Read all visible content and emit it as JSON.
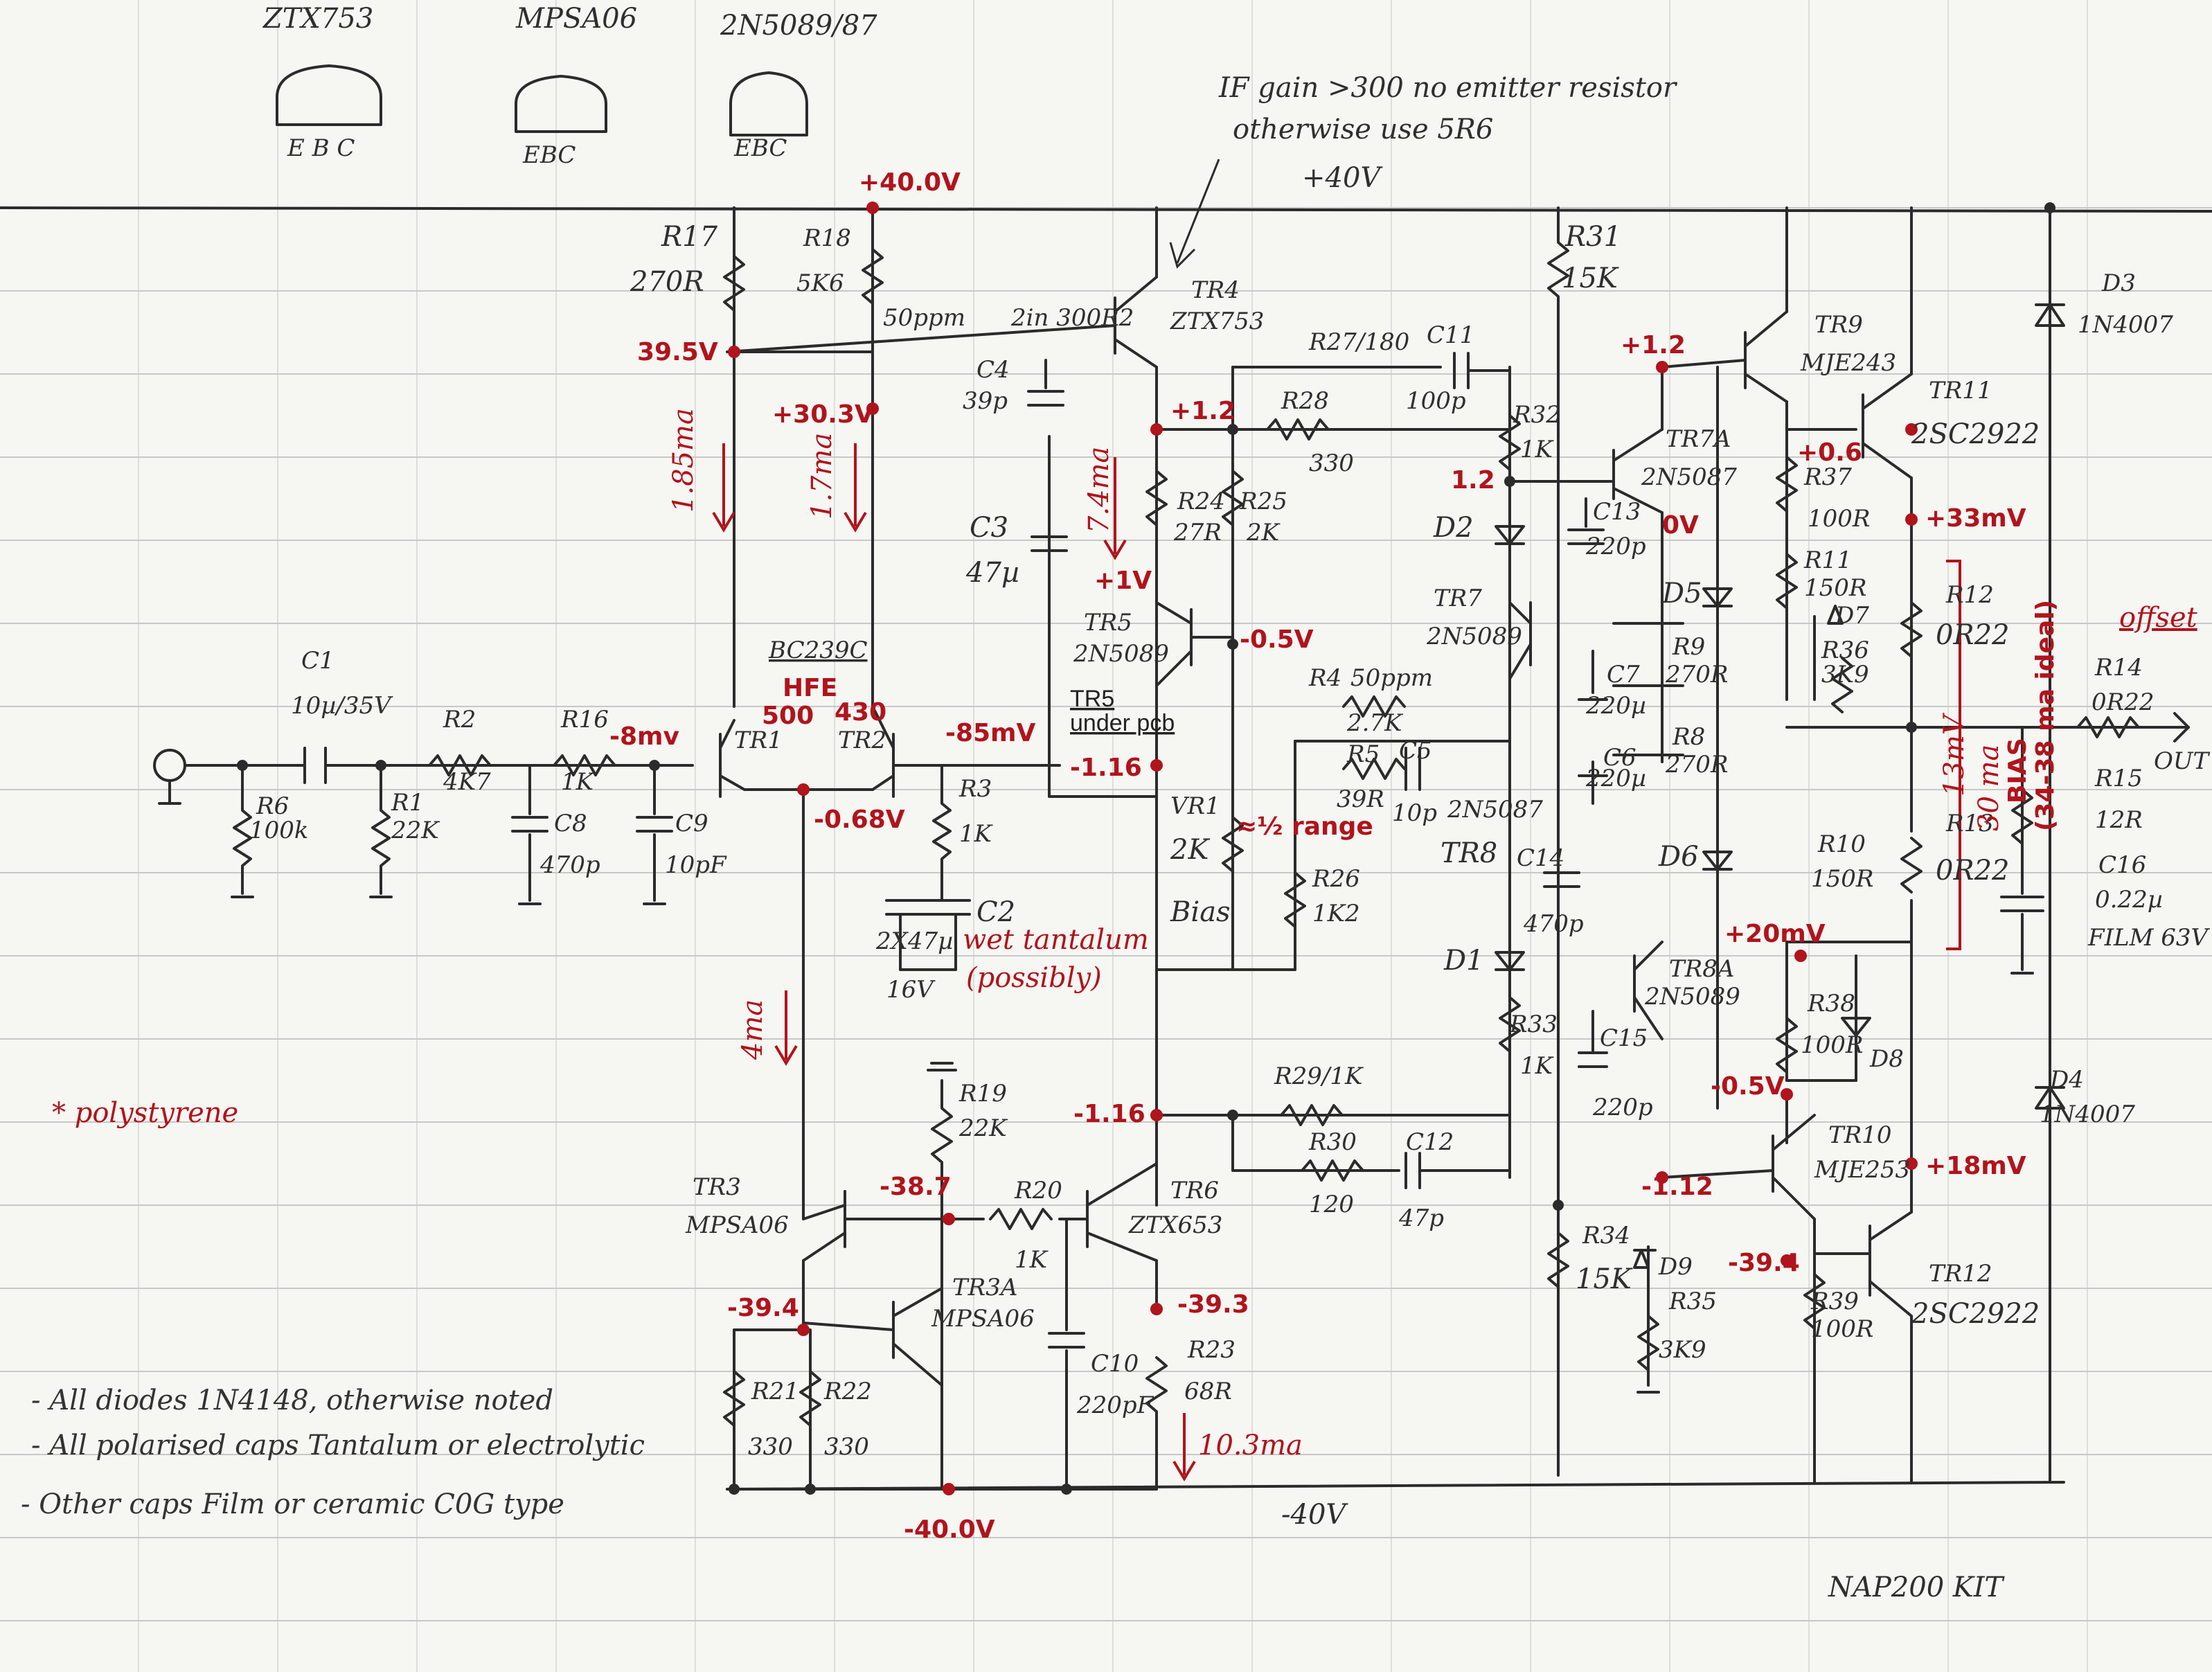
{
  "pinouts": [
    {
      "part": "ZTX753",
      "pins": "E B C"
    },
    {
      "part": "MPSA06",
      "pins": "EBC"
    },
    {
      "part": "2N5089/87",
      "pins": "EBC"
    }
  ],
  "rails": {
    "pos": "+40V",
    "neg": "-40V"
  },
  "annotation_top": [
    "IF gain >300 no emitter resistor",
    "otherwise use 5R6"
  ],
  "input_stage": {
    "c1": "C1",
    "c1_val": "10µ/35V",
    "r6": "R6",
    "r6_val": "100k",
    "r1": "R1",
    "r1_val": "22K",
    "r2": "R2",
    "r2_val": "4K7",
    "r16": "R16",
    "r16_val": "1K",
    "c8": "C8",
    "c8_val": "470p",
    "c9": "C9",
    "c9_val": "10pF",
    "r17": "R17",
    "r17_val": "270R",
    "r18": "R18",
    "r18_val": "5K6",
    "tr1": "TR1",
    "tr2": "TR2",
    "bc": "BC239C",
    "hfe": "HFE",
    "hfe1": "500",
    "hfe2": "430",
    "ppm": "50ppm",
    "r3": "R3",
    "r3_val": "1K",
    "c2": "C2",
    "c2_val": "2X47µ",
    "c2_v": "16V",
    "c3": "C3",
    "c3_val": "47µ",
    "c4": "C4",
    "c4_val": "39p",
    "z": "2in 300R2"
  },
  "vas": {
    "tr4": "TR4",
    "tr4_type": "ZTX753",
    "tr5": "TR5",
    "tr5_type": "2N5089",
    "r24": "R24",
    "r24_val": "27R",
    "r25": "R25",
    "r25_val": "2K",
    "r27": "R27/180",
    "c11": "C11",
    "c11_val": "100p",
    "r28": "R28",
    "r28_val": "330",
    "r4": "R4",
    "r4_ppm": "50ppm",
    "r4_val": "2.7K",
    "r5": "R5",
    "r5_val": "39R",
    "c5": "C5",
    "c5_val": "10p",
    "vr1": "VR1",
    "vr1_val": "2K",
    "bias": "Bias",
    "r26": "R26",
    "r26_val": "1K2",
    "r29": "R29/1K",
    "r30": "R30",
    "r30_val": "120",
    "c12": "C12",
    "c12_val": "47p",
    "tr6": "TR6",
    "tr6_type": "ZTX653",
    "tr3": "TR3",
    "tr3_type": "MPSA06",
    "tr3a": "TR3A",
    "tr3a_type": "MPSA06",
    "r19": "R19",
    "r19_val": "22K",
    "r20": "R20",
    "r20_val": "1K",
    "c10": "C10",
    "c10_val": "220pF",
    "r23": "R23",
    "r23_val": "68R",
    "r21": "R21",
    "r21_val": "330",
    "r22": "R22",
    "r22_val": "330",
    "tr5_note": [
      "TR5",
      "under pcb"
    ]
  },
  "output": {
    "r31": "R31",
    "r31_val": "15K",
    "r32": "R32",
    "r32_val": "1K",
    "tr7a": "TR7A",
    "tr7a_type": "2N5087",
    "c13": "C13",
    "c13_val": "220p",
    "d2": "D2",
    "d5": "D5",
    "tr7": "TR7",
    "tr7_type": "2N5089",
    "c7": "C7",
    "c7_val": "220µ",
    "c6": "C6",
    "c6_val": "220µ",
    "r9": "R9",
    "r9_val": "270R",
    "r8": "R8",
    "r8_val": "270R",
    "tr8": "TR8",
    "tr8_type": "2N5087",
    "c14": "C14",
    "c14_val": "470p",
    "d1": "D1",
    "d6": "D6",
    "tr8a": "TR8A",
    "tr8a_type": "2N5089",
    "c15": "C15",
    "c15_val": "220p",
    "r33": "R33",
    "r33_val": "1K",
    "r34": "R34",
    "r34_val": "15K",
    "d9": "D9",
    "r35": "R35",
    "r35_val": "3K9",
    "tr9": "TR9",
    "tr9_type": "MJE243",
    "tr10": "TR10",
    "tr10_type": "MJE253",
    "tr11": "TR11",
    "tr11_type": "2SC2922",
    "tr12": "TR12",
    "tr12_type": "2SC2922",
    "r37": "R37",
    "r37_val": "100R",
    "r11": "R11",
    "r11_val": "150R",
    "d7": "D7",
    "r36": "R36",
    "r36_val": "3K9",
    "r12": "R12",
    "r12_val": "0R22",
    "r13": "R13",
    "r13_val": "0R22",
    "r10": "R10",
    "r10_val": "150R",
    "r38": "R38",
    "r38_val": "100R",
    "d8": "D8",
    "r39": "R39",
    "r39_val": "100R",
    "r14": "R14",
    "r14_val": "0R22",
    "r15": "R15",
    "r15_val": "12R",
    "c16": "C16",
    "c16_val": "0.22µ",
    "c16_type": "FILM 63V",
    "d3": "D3",
    "d3_type": "1N4007",
    "d4": "D4",
    "d4_type": "1N4007",
    "out": "OUT"
  },
  "red_annotations": {
    "v_pos40": "+40.0V",
    "v_neg40": "-40.0V",
    "v395": "39.5V",
    "v303": "+30.3V",
    "i185": "1.85ma",
    "i17": "1.7ma",
    "i74": "7.4ma",
    "i4": "4ma",
    "i103": "10.3ma",
    "v8m": "-8mv",
    "v85m": "-85mV",
    "v068": "-0.68V",
    "v12a": "+1.2",
    "v12b": "+1.2",
    "v12c": "1.2",
    "v1v": "+1V",
    "v05": "-0.5V",
    "v116a": "-1.16",
    "v116b": "-1.16",
    "half": "≈½ range",
    "v387": "-38.7",
    "v394a": "-39.4",
    "v393": "-39.3",
    "v06": "+0.6",
    "v0": "0V",
    "v33m": "+33mV",
    "v20m": "+20mV",
    "v05b": "-0.5V",
    "v112": "-1.12",
    "v394b": "-39.4",
    "v18m": "+18mV",
    "i13": "13mV",
    "i30": "30 ma",
    "bias": "BIAS",
    "ideal": "(34-38 ma ideal)",
    "offset": "offset",
    "wet": "wet tantalum",
    "possibly": "(possibly)",
    "poly": "* polystyrene"
  },
  "notes": [
    "- All diodes 1N4148, otherwise noted",
    "- All polarised caps Tantalum or electrolytic",
    "- Other caps Film or ceramic C0G type"
  ],
  "title": "NAP200 KIT"
}
